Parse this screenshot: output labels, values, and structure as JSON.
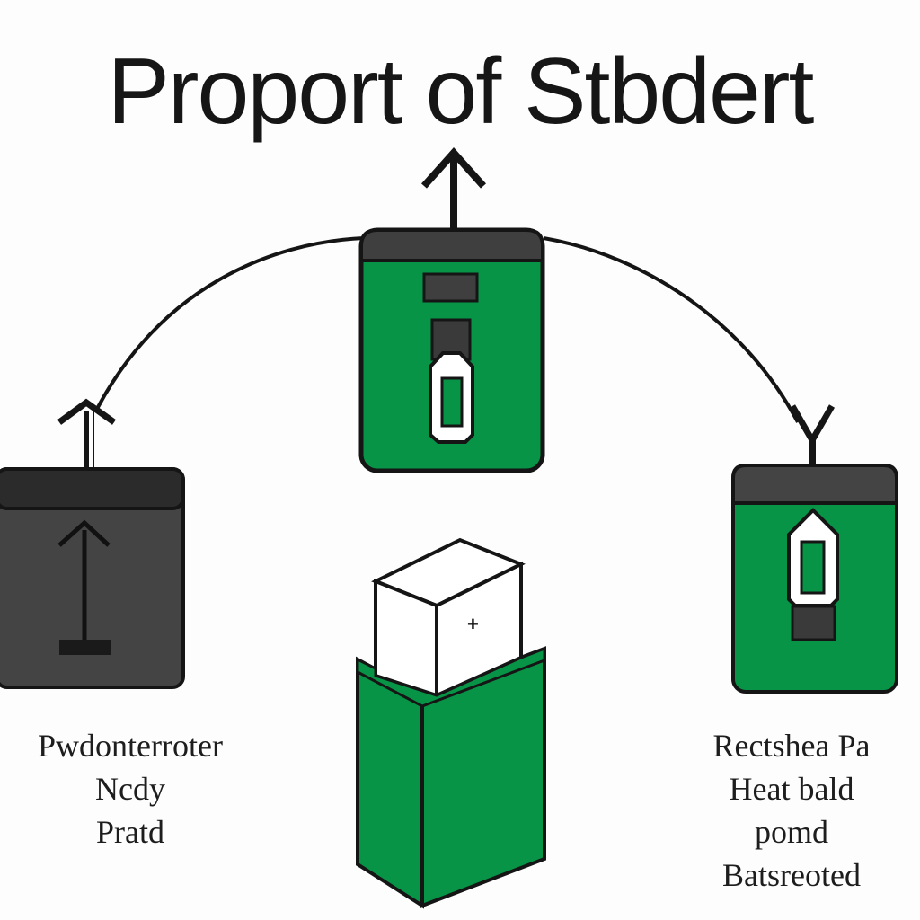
{
  "title": "Proport of Stbdert",
  "colors": {
    "green": "#079447",
    "dark": "#444444",
    "cap": "#2b2b2b",
    "outline": "#151515",
    "white": "#ffffff"
  },
  "nodes": {
    "left": {
      "icon": "up-arrow-icon",
      "label_lines": [
        "Pwdonterroter",
        "Ncdy",
        "Pratd"
      ]
    },
    "top": {
      "icon": "usb-plug-icon"
    },
    "right": {
      "icon": "usb-plug-icon",
      "label_lines": [
        "Rectshea Pa",
        "Heat bald",
        "pomd",
        "Batsreoted"
      ]
    },
    "bottom": {
      "icon": "plus-icon",
      "cap_symbol": "+"
    }
  },
  "connectors": [
    {
      "from": "left",
      "to": "top",
      "style": "curved-arrow"
    },
    {
      "from": "top",
      "to": "right",
      "style": "curved-arrow"
    }
  ]
}
